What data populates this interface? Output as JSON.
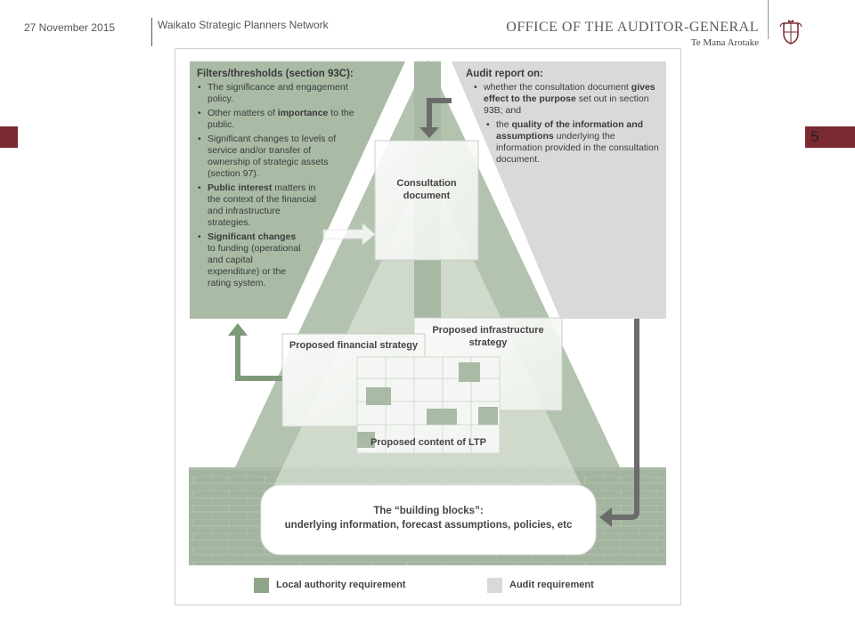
{
  "header": {
    "date": "27 November 2015",
    "network": "Waikato Strategic Planners Network",
    "logo_main": "OFFICE OF THE AUDITOR-GENERAL",
    "logo_sub": "Te Mana Arotake",
    "page_number": "5"
  },
  "diagram": {
    "filters": {
      "title": "Filters/thresholds (section 93C):",
      "items": [
        {
          "pre": "The significance and engagement policy.",
          "bold": "",
          "post": ""
        },
        {
          "pre": "Other matters of ",
          "bold": "importance",
          "post": " to the public."
        },
        {
          "pre": "Significant changes to levels of service and/or transfer of ownership of strategic assets (section 97).",
          "bold": "",
          "post": ""
        },
        {
          "pre": "",
          "bold": "Public interest",
          "post": " matters in the context of the financial and infrastructure strategies."
        },
        {
          "pre": "",
          "bold": "Significant changes",
          "post": " to funding (operational and capital expenditure) or the rating system."
        }
      ]
    },
    "audit": {
      "title": "Audit report on:",
      "item1_pre": "whether the consultation document ",
      "item1_bold": "gives effect to the purpose",
      "item1_post": " set out in section 93B; and",
      "item2_pre": "the ",
      "item2_bold": "quality of the information and assumptions",
      "item2_post": " underlying the information provided in the consultation document."
    },
    "consultation_document": "Consultation document",
    "financial_strategy": "Proposed financial strategy",
    "infrastructure_strategy": "Proposed infrastructure strategy",
    "ltp_content": "Proposed content of LTP",
    "building_blocks_title": "The “building blocks”:",
    "building_blocks_sub": "underlying information, forecast assumptions, policies, etc",
    "legend": {
      "local": "Local authority requirement",
      "audit": "Audit requirement"
    },
    "colors": {
      "green": "#a9baa5",
      "green_dark": "#8fa58a",
      "grey": "#d9d9d9",
      "arrow_grey": "#6b6b6b",
      "arrow_green": "#7f9a7b",
      "accent": "#7b2a32"
    }
  }
}
